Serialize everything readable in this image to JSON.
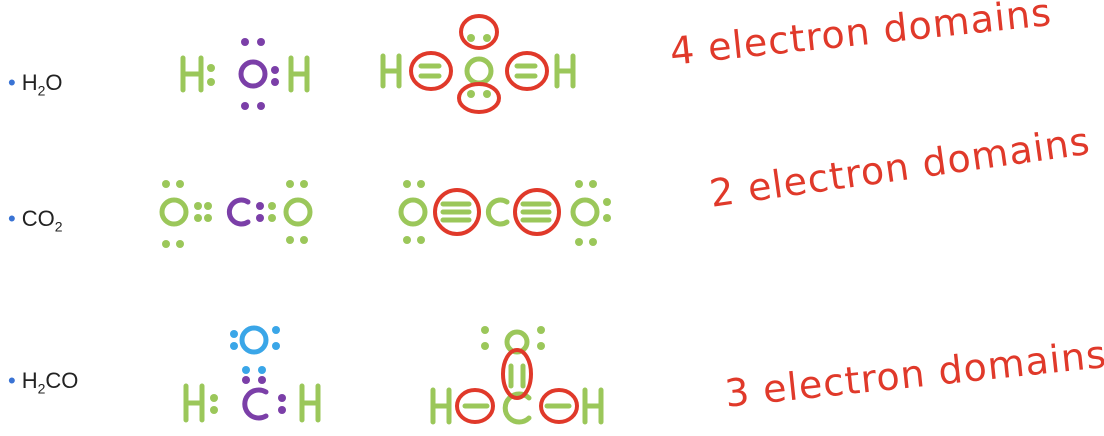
{
  "rows": [
    {
      "formula_base": "H",
      "formula_sub": "2",
      "formula_rest": "O",
      "annotation": "4 electron domains"
    },
    {
      "formula_base": "CO",
      "formula_sub": "2",
      "formula_rest": "",
      "annotation": "2 electron domains"
    },
    {
      "formula_base": "H",
      "formula_sub": "2",
      "formula_rest": "CO",
      "annotation": "3 electron domains"
    }
  ],
  "colors": {
    "bullet": "#3a73d4",
    "atom": "#9bc75a",
    "lone_pair_purple": "#7b3fa8",
    "lone_pair_blue": "#3aa6e8",
    "domain_circle": "#e0392a"
  }
}
